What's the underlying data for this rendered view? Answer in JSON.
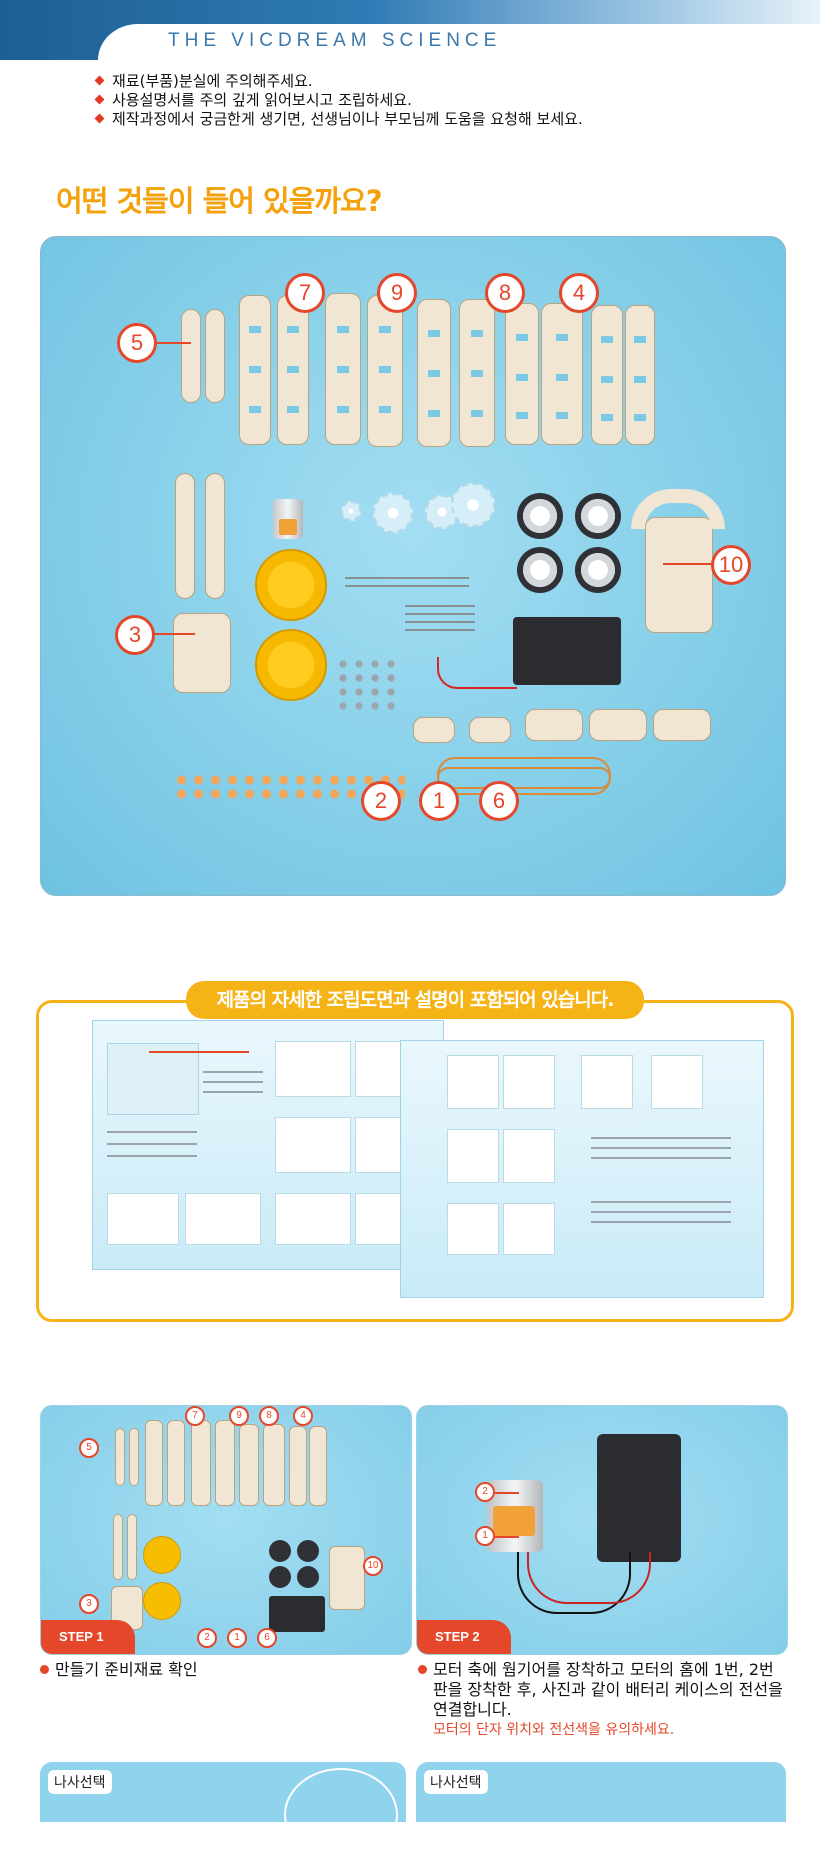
{
  "header": {
    "brand": "THE VICDREAM SCIENCE"
  },
  "notes": [
    "재료(부품)분실에 주의해주세요.",
    "사용설명서를 주의 깊게 읽어보시고 조립하세요.",
    "제작과정에서 궁금한게 생기면, 선생님이나 부모님께 도움을 요청해 보세요."
  ],
  "contents": {
    "heading": "어떤 것들이 들어 있을까요?",
    "labels": [
      "5",
      "7",
      "9",
      "8",
      "4",
      "3",
      "10",
      "2",
      "1",
      "6"
    ]
  },
  "manual": {
    "banner": "제품의 자세한 조립도면과 설명이 포함되어 있습니다."
  },
  "steps": [
    {
      "badge": "STEP 1",
      "labels": [
        "7",
        "9",
        "8",
        "4",
        "5",
        "10",
        "3",
        "2",
        "1",
        "6"
      ],
      "caption": "만들기 준비재료 확인"
    },
    {
      "badge": "STEP 2",
      "labels": [
        "2",
        "1"
      ],
      "caption_lines": [
        "모터 축에 웜기어를 장착하고 모터의 홈에 1번, 2번",
        "판을 장착한 후, 사진과 같이 배터리 케이스의 전선을",
        "연결합니다."
      ],
      "warning": "모터의 단자 위치와 전선색을 유의하세요."
    }
  ],
  "bottom": {
    "tag_left": "나사선택",
    "tag_right": "나사선택"
  },
  "colors": {
    "accent": "#e5472a",
    "heading": "#f4a10c",
    "banner": "#f6b316",
    "sky": "#86cfe9"
  }
}
